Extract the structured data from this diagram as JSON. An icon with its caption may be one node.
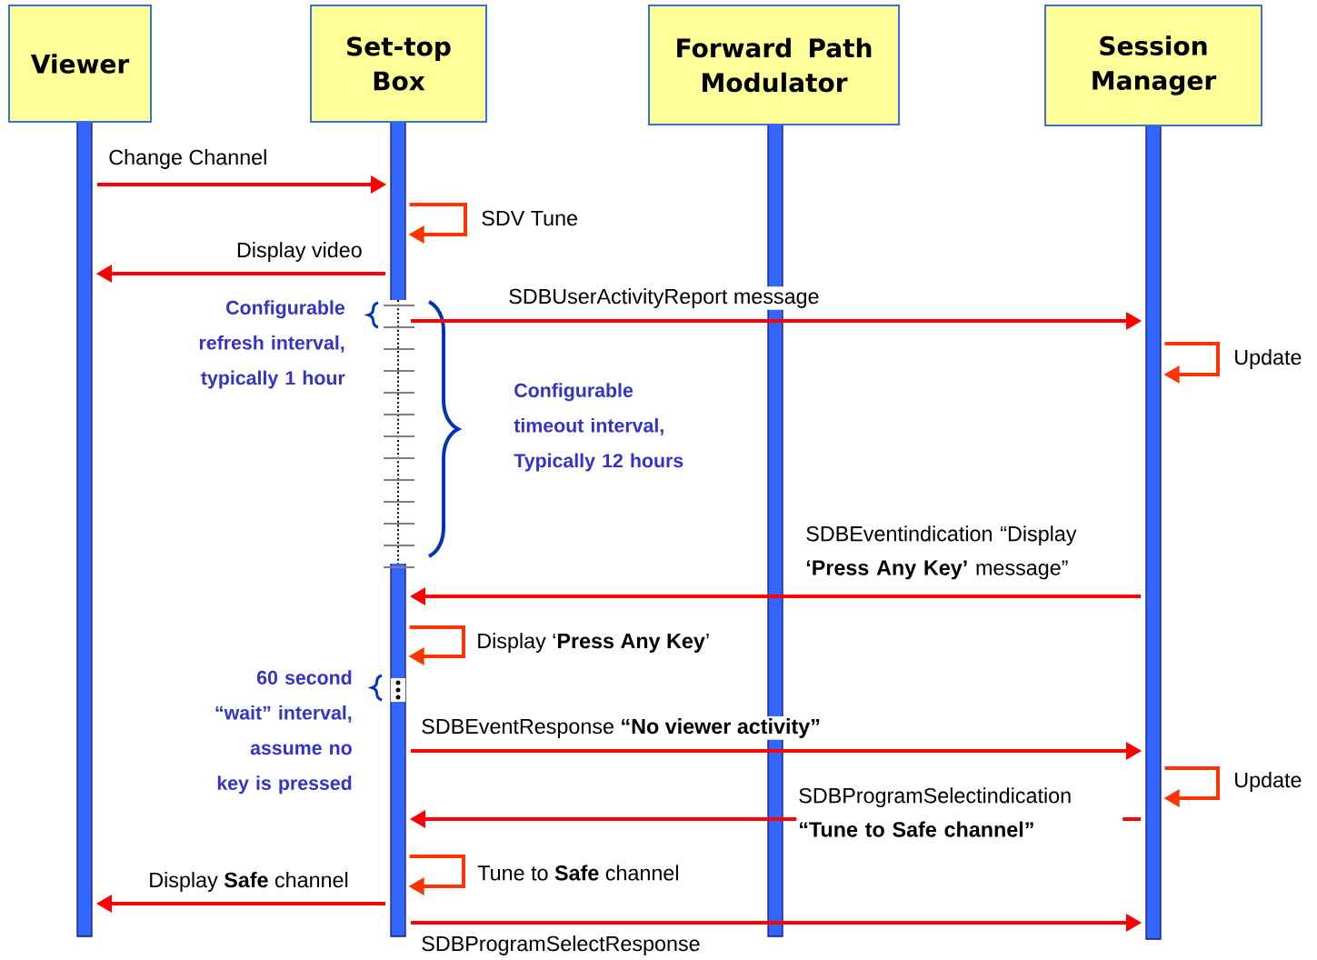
{
  "diagram": {
    "nodes": [
      {
        "text": [
          "Viewer"
        ]
      },
      {
        "text": [
          "Set-top Box"
        ]
      },
      {
        "text": [
          "Forward Path Modulator"
        ]
      },
      {
        "text": [
          "Session Manager"
        ]
      },
      {
        "text": [],
        "shape": "bar"
      },
      {
        "text": [],
        "shape": "bar"
      },
      {
        "text": [],
        "shape": "bar"
      },
      {
        "text": [],
        "shape": "bar"
      }
    ],
    "edges": [
      {
        "from": 4,
        "to": 5,
        "arrow": "to",
        "label": "Change Channel"
      },
      {
        "from": 5,
        "to": 5,
        "arrow": "to",
        "label": "SDV Tune",
        "color": "#ff3300"
      },
      {
        "from": 5,
        "to": 4,
        "arrow": "to",
        "label": "Display video"
      },
      {
        "from": 5,
        "to": 7,
        "arrow": "to",
        "label": "SDBUserActivityReport message"
      },
      {
        "from": 7,
        "to": 7,
        "arrow": "to",
        "label": "Update",
        "color": "#ff3300"
      },
      {
        "from": 7,
        "to": 5,
        "arrow": "to",
        "label": "SDBEventindication “Display **‘Press Any Key’** message”"
      },
      {
        "from": 5,
        "to": 5,
        "arrow": "to",
        "label": "Display ‘**Press Any Key**’",
        "color": "#ff3300"
      },
      {
        "from": 5,
        "to": 7,
        "arrow": "to",
        "label": "SDBEventResponse **“No viewer activity”**"
      },
      {
        "from": 7,
        "to": 7,
        "arrow": "to",
        "label": "Update",
        "color": "#ff3300"
      },
      {
        "from": 7,
        "to": 5,
        "arrow": "to",
        "label": "SDBProgramSelectindication **“Tune to Safe channel”**"
      },
      {
        "from": 5,
        "to": 5,
        "arrow": "to",
        "label": "Tune to **Safe** channel",
        "color": "#ff3300"
      },
      {
        "from": 5,
        "to": 4,
        "arrow": "to",
        "label": "Display **Safe** channel"
      },
      {
        "from": 5,
        "to": 7,
        "arrow": "to",
        "label": "SDBProgramSelectResponse"
      }
    ],
    "labels": [
      "Configurable refresh interval, typically 1 hour",
      "Configurable timeout interval, Typically 12 hours",
      "60 second “wait” interval, assume no key is pressed"
    ]
  }
}
